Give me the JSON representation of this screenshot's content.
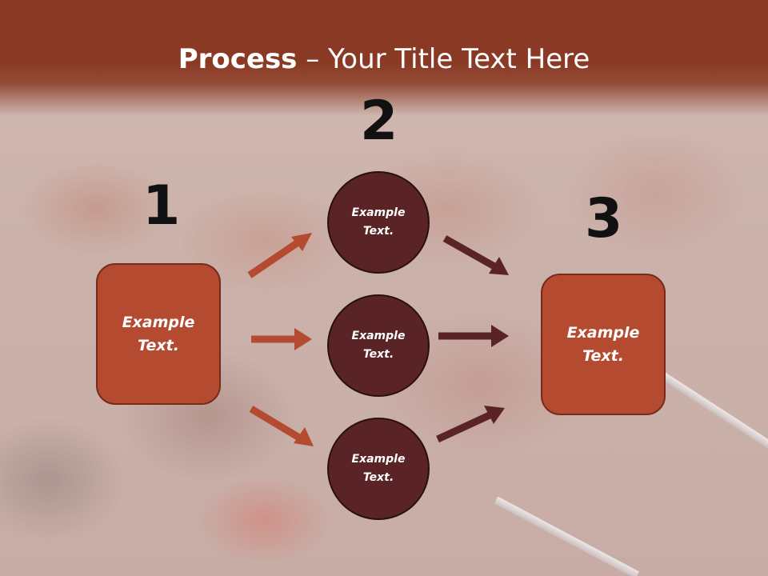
{
  "title": {
    "bold": "Process",
    "rest": " – Your Title Text Here"
  },
  "steps": [
    {
      "number": "1",
      "label": "Example Text."
    },
    {
      "number": "2",
      "labels": [
        "Example Text.",
        "Example Text.",
        "Example Text."
      ]
    },
    {
      "number": "3",
      "label": "Example Text."
    }
  ],
  "colors": {
    "title_band": "#8a3a24",
    "box_fill": "#b44a30",
    "circle_fill": "#5a2326",
    "arrow_left": "#b44a30",
    "arrow_right": "#5a2326",
    "number_color": "#111111"
  }
}
